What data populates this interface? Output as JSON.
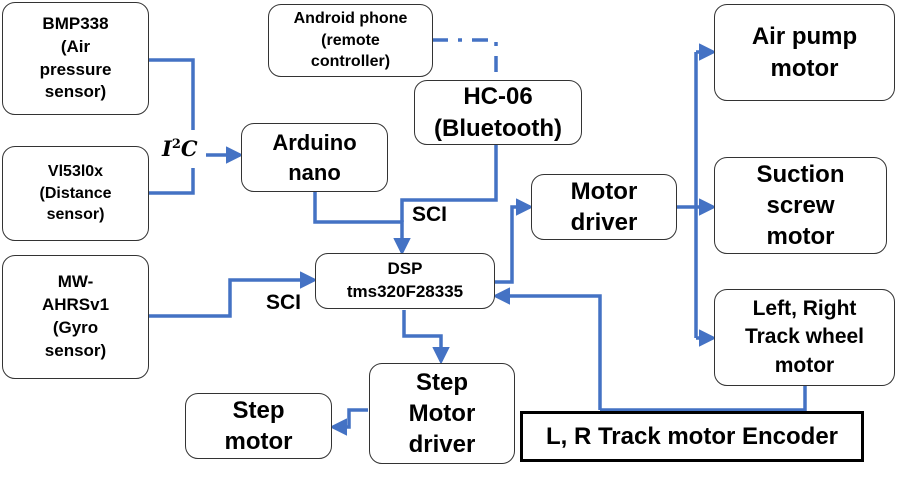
{
  "nodes": {
    "bmp338": "BMP338\n(Air\npressure\nsensor)",
    "vl53": "Vl53l0x\n(Distance\nsensor)",
    "mw_ahrs": "MW-\nAHRSv1\n(Gyro\nsensor)",
    "android": "Android phone\n(remote\ncontroller)",
    "hc06": "HC-06\n(Bluetooth)",
    "arduino": "Arduino\nnano",
    "dsp": "DSP\ntms320F28335",
    "motor_driver": "Motor\ndriver",
    "air_pump": "Air pump\nmotor",
    "suction": "Suction\nscrew\nmotor",
    "track_wheel": "Left, Right\nTrack wheel\nmotor",
    "step_driver": "Step\nMotor\ndriver",
    "step_motor": "Step\nmotor",
    "encoder": "L, R Track motor Encoder"
  },
  "labels": {
    "i2c_letter": "I",
    "i2c_sup": "2",
    "i2c_tail": "C",
    "sci_top": "SCI",
    "sci_left": "SCI"
  },
  "colors": {
    "connector": "#4472C4",
    "box_border": "#333333",
    "text": "#000000"
  }
}
